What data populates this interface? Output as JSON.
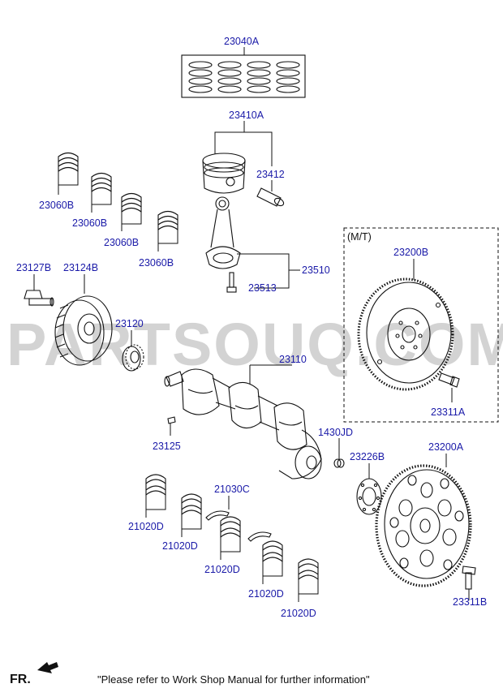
{
  "labels": {
    "p23040A": "23040A",
    "p23410A": "23410A",
    "p23412": "23412",
    "p23060B_1": "23060B",
    "p23060B_2": "23060B",
    "p23060B_3": "23060B",
    "p23060B_4": "23060B",
    "p23127B": "23127B",
    "p23124B": "23124B",
    "p23510": "23510",
    "p23513": "23513",
    "mt": "(M/T)",
    "p23200B": "23200B",
    "p23120": "23120",
    "p23110": "23110",
    "p23311A": "23311A",
    "p1430JD": "1430JD",
    "p23125": "23125",
    "p23226B": "23226B",
    "p23200A": "23200A",
    "p21030C": "21030C",
    "p21020D_1": "21020D",
    "p21020D_2": "21020D",
    "p21020D_3": "21020D",
    "p21020D_4": "21020D",
    "p21020D_5": "21020D",
    "p23311B": "23311B"
  },
  "watermark": "PARTSOUQ.COM",
  "footer": {
    "fr_label": "FR.",
    "note": "\"Please refer to Work Shop Manual for further information\""
  },
  "colors": {
    "label": "#1a1aa8",
    "line": "#111111",
    "watermark": "#d3d3d3"
  }
}
